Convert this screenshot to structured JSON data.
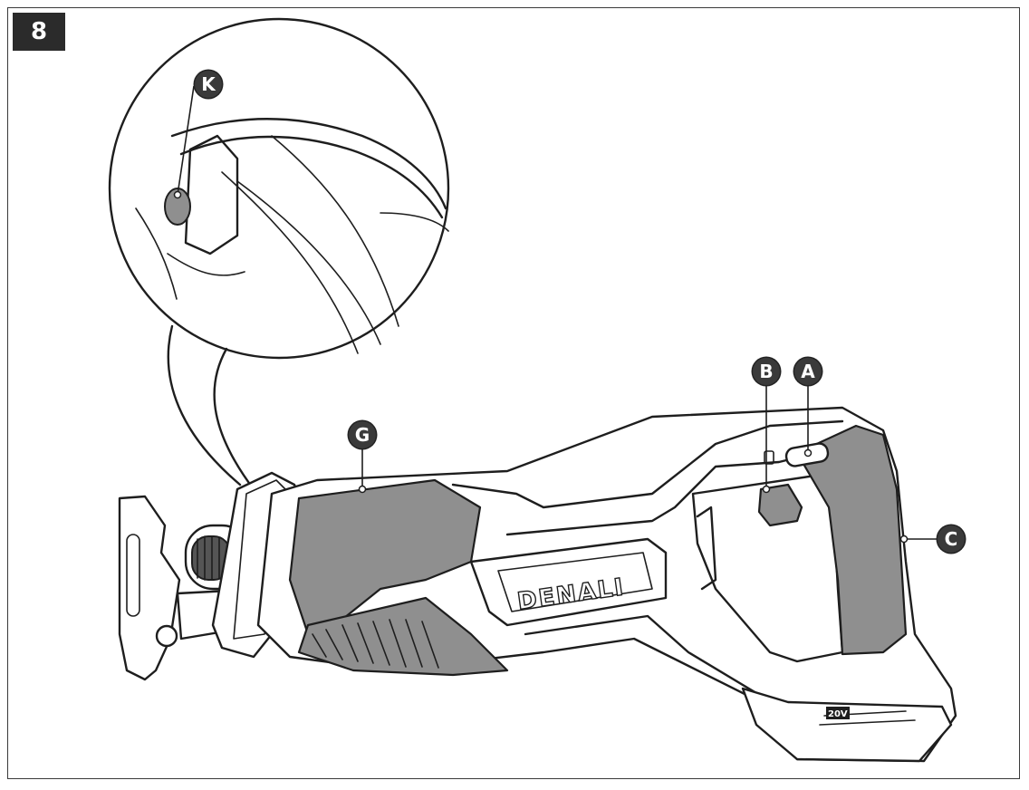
{
  "figure": {
    "number": "8",
    "brand_text": "DENALI",
    "voltage_badge": "20V",
    "callouts": {
      "a": "A",
      "b": "B",
      "c": "C",
      "g": "G",
      "k": "K"
    }
  },
  "colors": {
    "frame": "#3a3a3a",
    "badge_bg": "#2b2b2b",
    "callout_bg": "#3a3a3a",
    "grip_gray": "#8f8f8f",
    "outline": "#1e1e1e"
  }
}
